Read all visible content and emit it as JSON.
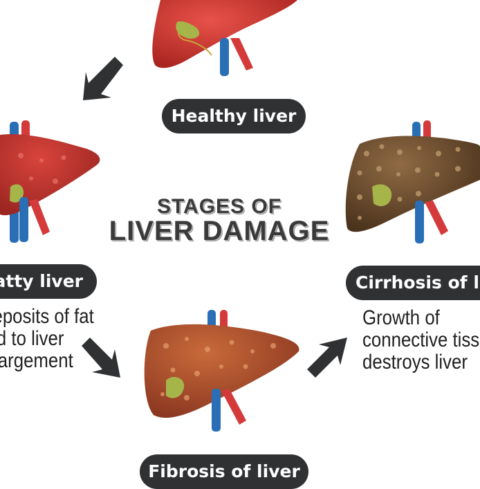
{
  "title": {
    "line1": "STAGES OF",
    "line2": "LIVER DAMAGE"
  },
  "stages": {
    "healthy": {
      "label": "Healthy liver"
    },
    "fatty": {
      "label": "Fatty liver",
      "desc": [
        "Deposits of fat",
        "lead to liver",
        "enlargement"
      ]
    },
    "fibrosis": {
      "label": "Fibrosis of liver"
    },
    "cirrhosis": {
      "label": "Cirrhosis of liver",
      "desc": [
        "Growth of",
        "connective tissue",
        "destroys liver"
      ]
    }
  },
  "colors": {
    "healthy": "#c8352e",
    "fatty": "#b8352f",
    "fibrosis": "#a8502a",
    "cirrhosis": "#6a4c2e",
    "pill": "#2f3133",
    "artery": "#d43a3a",
    "vein": "#2a6fb5",
    "gallbladder": "#a6b54a"
  },
  "icons": [
    "arrow-icon",
    "liver-icon",
    "gallbladder-icon",
    "artery-icon",
    "vein-icon"
  ]
}
